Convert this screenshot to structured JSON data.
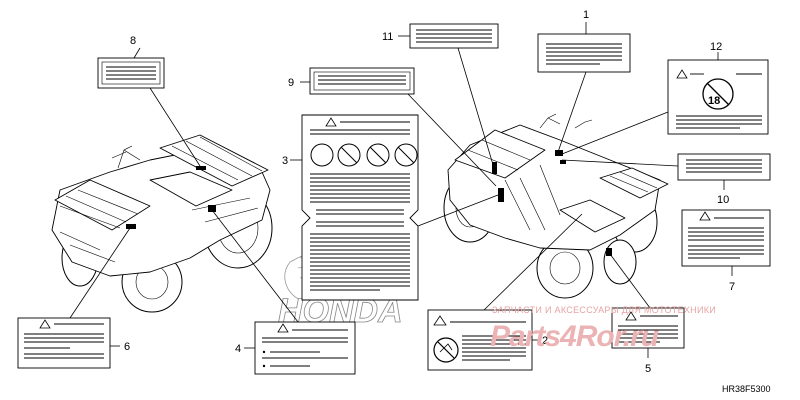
{
  "diagram": {
    "code": "HR38F5300",
    "brand_text": "HONDA",
    "watermark_text": "ЗАПЧАСТИ И АКСЕССУАРЫ ДЛЯ МОТОТЕХНИКИ",
    "watermark_logo": "Parts4Ror.ru",
    "label_12_number": "18",
    "callouts": [
      {
        "id": "1",
        "text": "1"
      },
      {
        "id": "2",
        "text": "2"
      },
      {
        "id": "3",
        "text": "3"
      },
      {
        "id": "4",
        "text": "4"
      },
      {
        "id": "5",
        "text": "5"
      },
      {
        "id": "6",
        "text": "6"
      },
      {
        "id": "7",
        "text": "7"
      },
      {
        "id": "8",
        "text": "8"
      },
      {
        "id": "9",
        "text": "9"
      },
      {
        "id": "10",
        "text": "10"
      },
      {
        "id": "11",
        "text": "11"
      },
      {
        "id": "12",
        "text": "12"
      }
    ]
  }
}
